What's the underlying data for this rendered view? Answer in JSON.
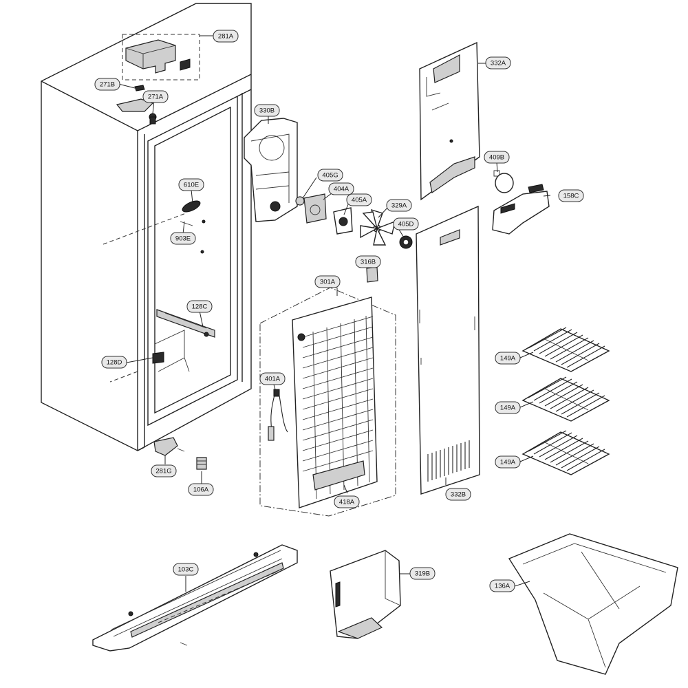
{
  "diagram": {
    "callouts": {
      "c281A": "281A",
      "c271B": "271B",
      "c271A": "271A",
      "c610E": "610E",
      "c903E": "903E",
      "c128C": "128C",
      "c128D": "128D",
      "c281G": "281G",
      "c106A": "106A",
      "c330B": "330B",
      "c405G": "405G",
      "c404A": "404A",
      "c405A": "405A",
      "c329A": "329A",
      "c405D": "405D",
      "c332A": "332A",
      "c409B": "409B",
      "c158C": "158C",
      "c316B": "316B",
      "c301A": "301A",
      "c401A": "401A",
      "c418A": "418A",
      "c332B": "332B",
      "c149A_1": "149A",
      "c149A_2": "149A",
      "c149A_3": "149A",
      "c103C": "103C",
      "c319B": "319B",
      "c136A": "136A"
    }
  }
}
